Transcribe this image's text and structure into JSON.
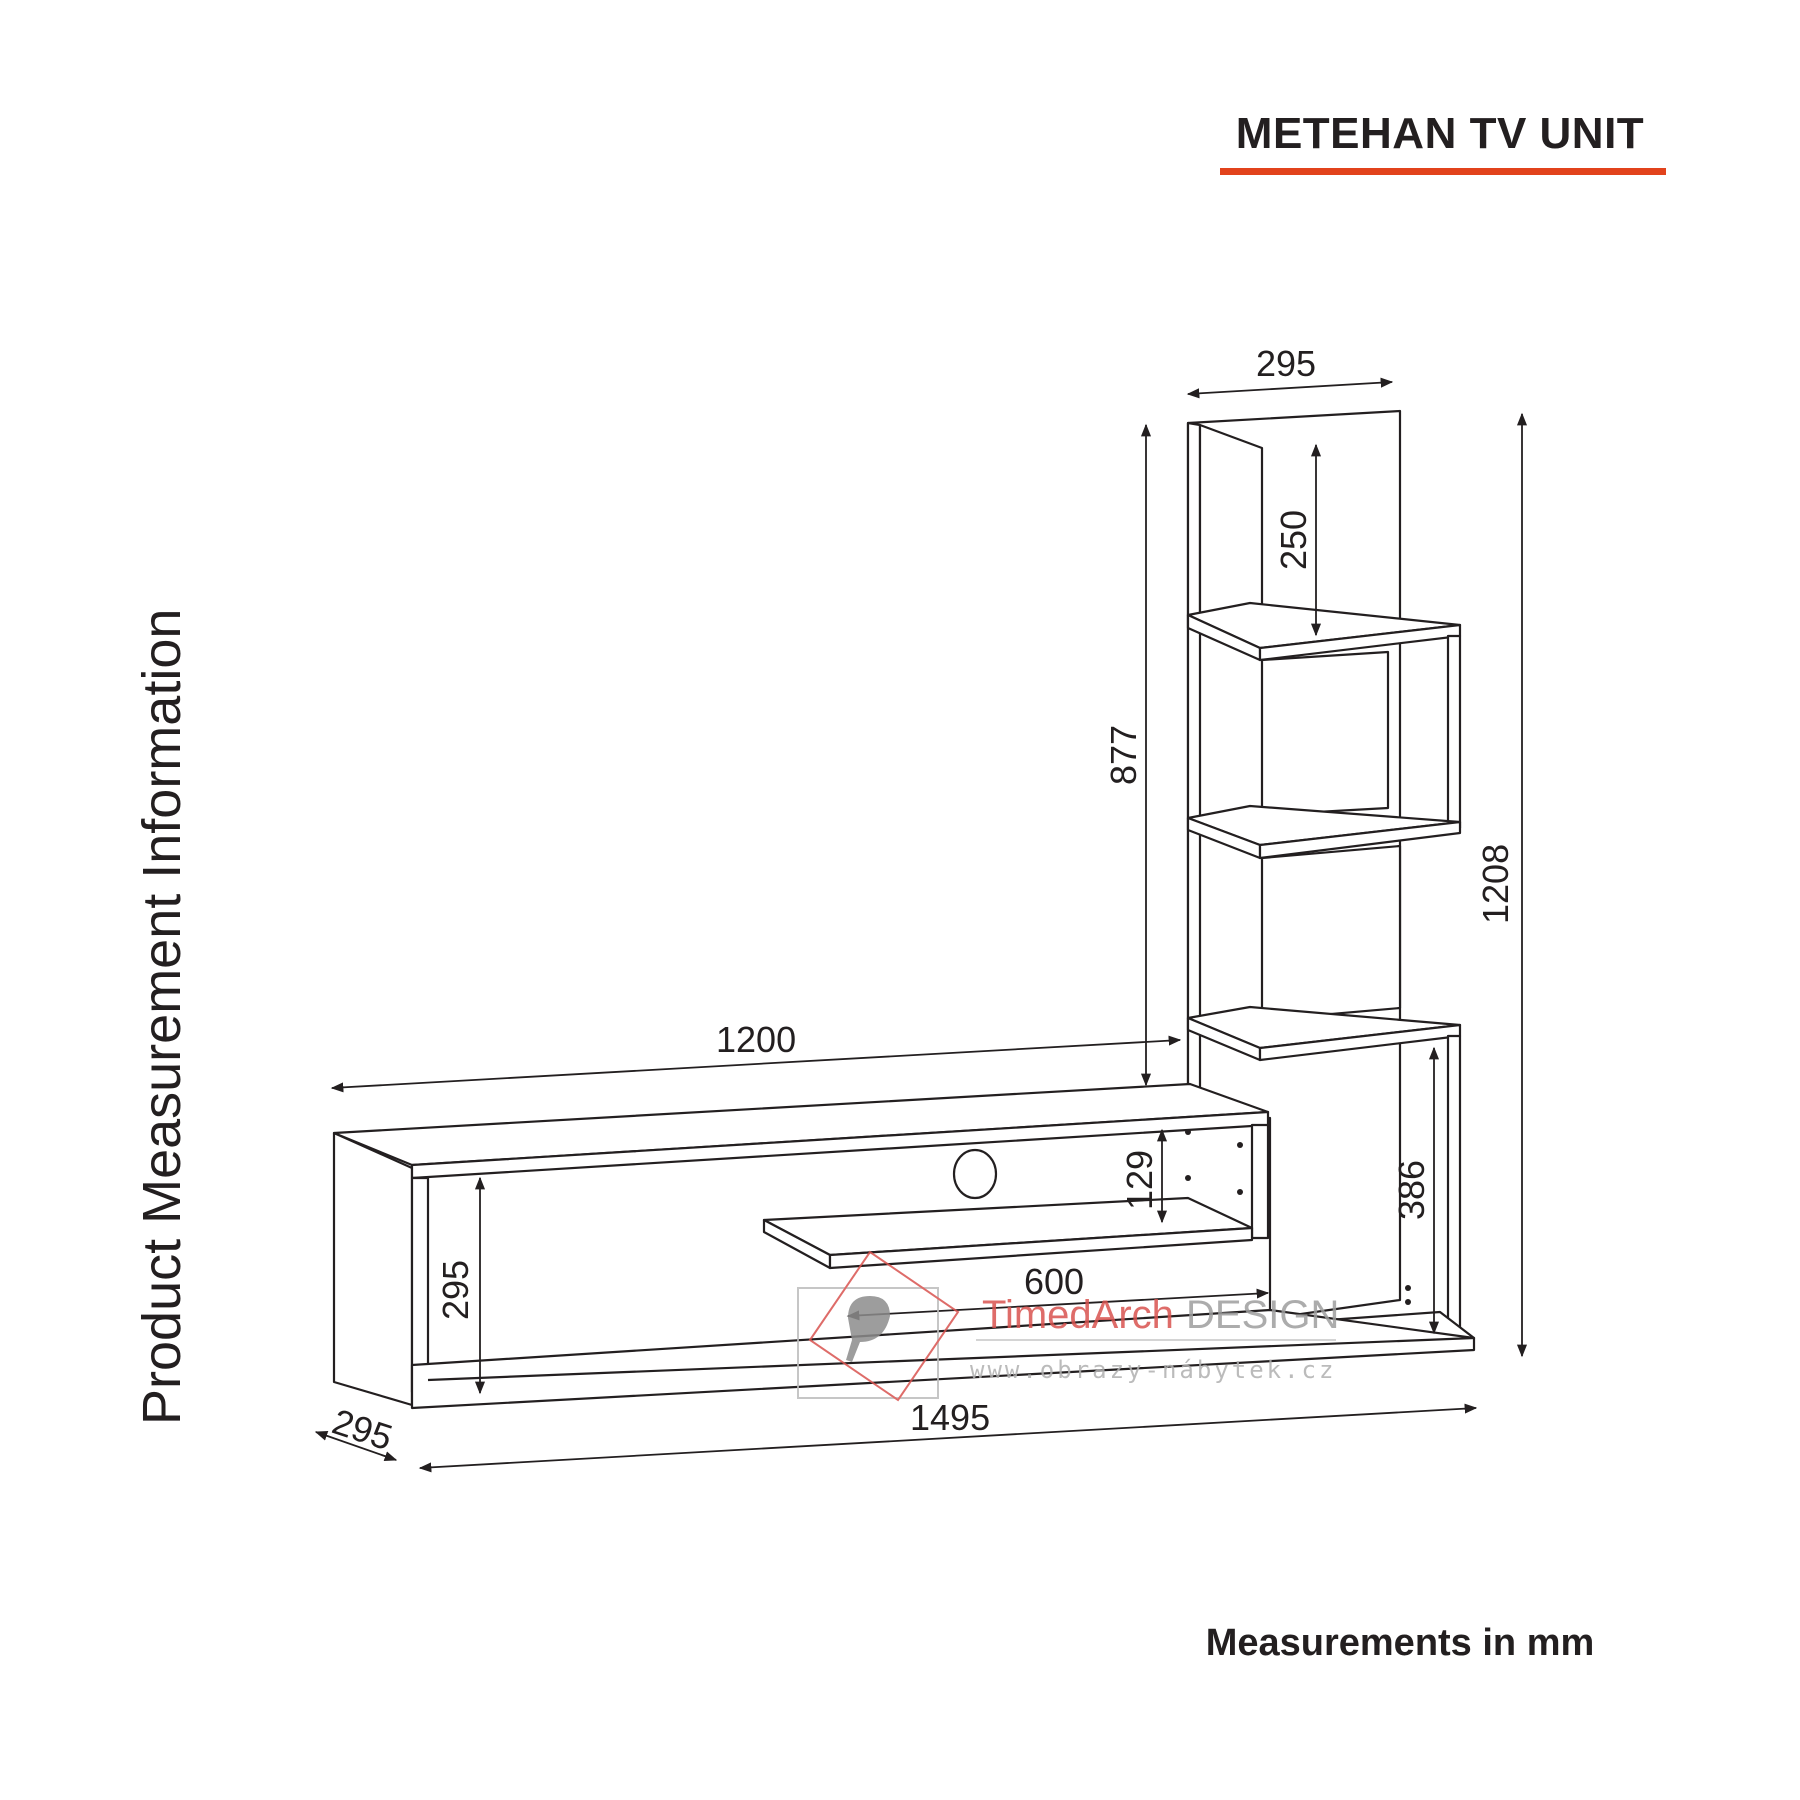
{
  "header": {
    "title": "METEHAN TV UNIT"
  },
  "side_label": "Product Measurement Information",
  "footer": "Measurements in mm",
  "dimensions": {
    "tower_width": "295",
    "tower_shelf_gap": "250",
    "tower_height_above_base": "877",
    "total_height": "1208",
    "base_top_width": "1200",
    "cabinet_inner_height": "129",
    "base_height_left": "295",
    "right_compartment_height": "386",
    "middle_shelf_width": "600",
    "total_width": "1495",
    "depth": "295"
  },
  "watermark": {
    "brand_part1": "TimedArch",
    "brand_part2": "DESIGN",
    "url": "www.obrazy-nábytek.cz"
  },
  "colors": {
    "accent": "#e2431c",
    "ink": "#231f20",
    "watermark_red": "#d9534f",
    "watermark_gray": "#9e9e9e"
  }
}
